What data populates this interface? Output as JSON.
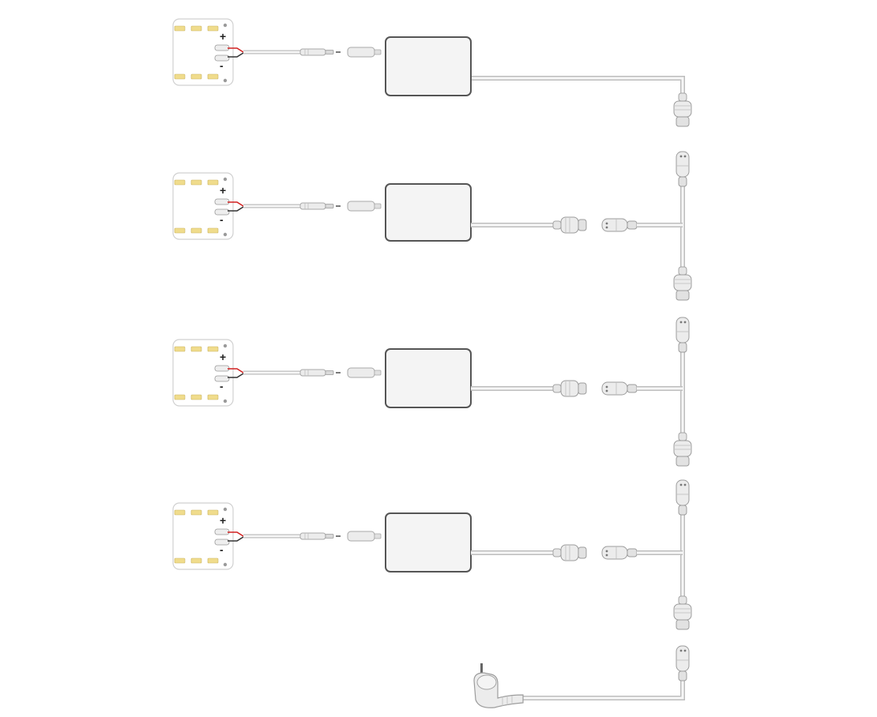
{
  "diagram": {
    "polarity": {
      "plus": "+",
      "minus": "-"
    },
    "rows": [
      {
        "id": "row-1",
        "has_tee": false
      },
      {
        "id": "row-2",
        "has_tee": true
      },
      {
        "id": "row-3",
        "has_tee": true
      },
      {
        "id": "row-4",
        "has_tee": true
      }
    ],
    "colors": {
      "cable": "#bdbdbd",
      "cable_core": "#f7f7f7",
      "driver_fill": "#f4f4f4",
      "driver_stroke": "#555555",
      "led_chip": "#f0dc8c",
      "strip_fill": "#ffffff",
      "wire_red": "#d22020",
      "wire_dark": "#333333",
      "connector": "#e8e8e8"
    },
    "components": [
      "led-strip",
      "dc-jack-male",
      "dc-jack-female",
      "led-driver",
      "waterproof-connector-male",
      "waterproof-connector-female",
      "t-splitter",
      "power-plug"
    ]
  }
}
